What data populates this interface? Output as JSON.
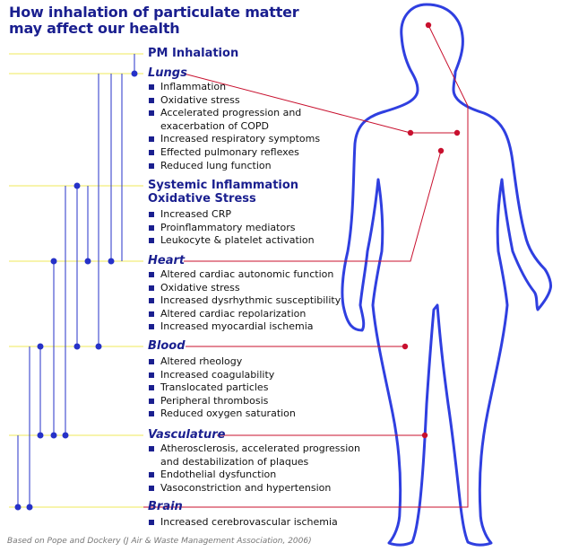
{
  "title_line1": "How inhalation of particulate matter",
  "title_line2": "may affect our health",
  "pm_inhalation": "PM Inhalation",
  "sections": [
    {
      "id": "lungs",
      "title": "Lungs",
      "items": [
        "Inflammation",
        "Oxidative stress",
        "Accelerated progression and exacerbation of COPD",
        "Increased respiratory symptoms",
        "Effected pulmonary reflexes",
        "Reduced lung function"
      ]
    },
    {
      "id": "systemic",
      "title_line1": "Systemic Inflammation",
      "title_line2": "Oxidative Stress",
      "items": [
        "Increased CRP",
        "Proinflammatory mediators",
        "Leukocyte & platelet activation"
      ]
    },
    {
      "id": "heart",
      "title": "Heart",
      "items": [
        "Altered cardiac autonomic function",
        "Oxidative stress",
        "Increased dysrhythmic susceptibility",
        "Altered cardiac repolarization",
        "Increased myocardial ischemia"
      ]
    },
    {
      "id": "blood",
      "title": "Blood",
      "items": [
        "Altered rheology",
        "Increased coagulability",
        "Translocated particles",
        "Peripheral thrombosis",
        "Reduced oxygen saturation"
      ]
    },
    {
      "id": "vasculature",
      "title": "Vasculature",
      "items": [
        "Atherosclerosis, accelerated progression and destabilization of plaques",
        "Endothelial dysfunction",
        "Vasoconstriction and hypertension"
      ]
    },
    {
      "id": "brain",
      "title": "Brain",
      "items": [
        "Increased cerebrovascular ischemia"
      ]
    }
  ],
  "credit": "Based on Pope and Dockery (J Air & Waste Management Association, 2006)",
  "colors": {
    "title": "#1a1f8f",
    "connector": "#2632c8",
    "guide": "#f2ee7a",
    "body_outline": "#2f3fe0",
    "pointer": "#c8102e"
  }
}
